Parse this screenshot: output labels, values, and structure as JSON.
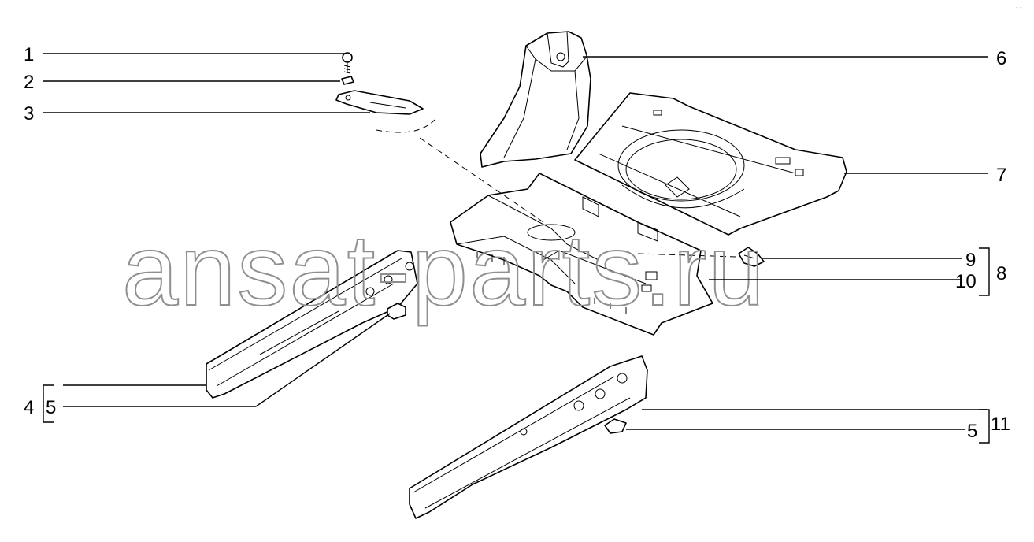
{
  "watermark": "ansat-parts.ru",
  "corner_mark": "- -",
  "callouts": [
    {
      "id": "1",
      "text": "1"
    },
    {
      "id": "2",
      "text": "2"
    },
    {
      "id": "3",
      "text": "3"
    },
    {
      "id": "4",
      "text": "4"
    },
    {
      "id": "5a",
      "text": "5"
    },
    {
      "id": "6",
      "text": "6"
    },
    {
      "id": "7",
      "text": "7"
    },
    {
      "id": "8",
      "text": "8"
    },
    {
      "id": "9",
      "text": "9"
    },
    {
      "id": "10",
      "text": "10"
    },
    {
      "id": "11",
      "text": "11"
    },
    {
      "id": "5b",
      "text": "5"
    }
  ]
}
